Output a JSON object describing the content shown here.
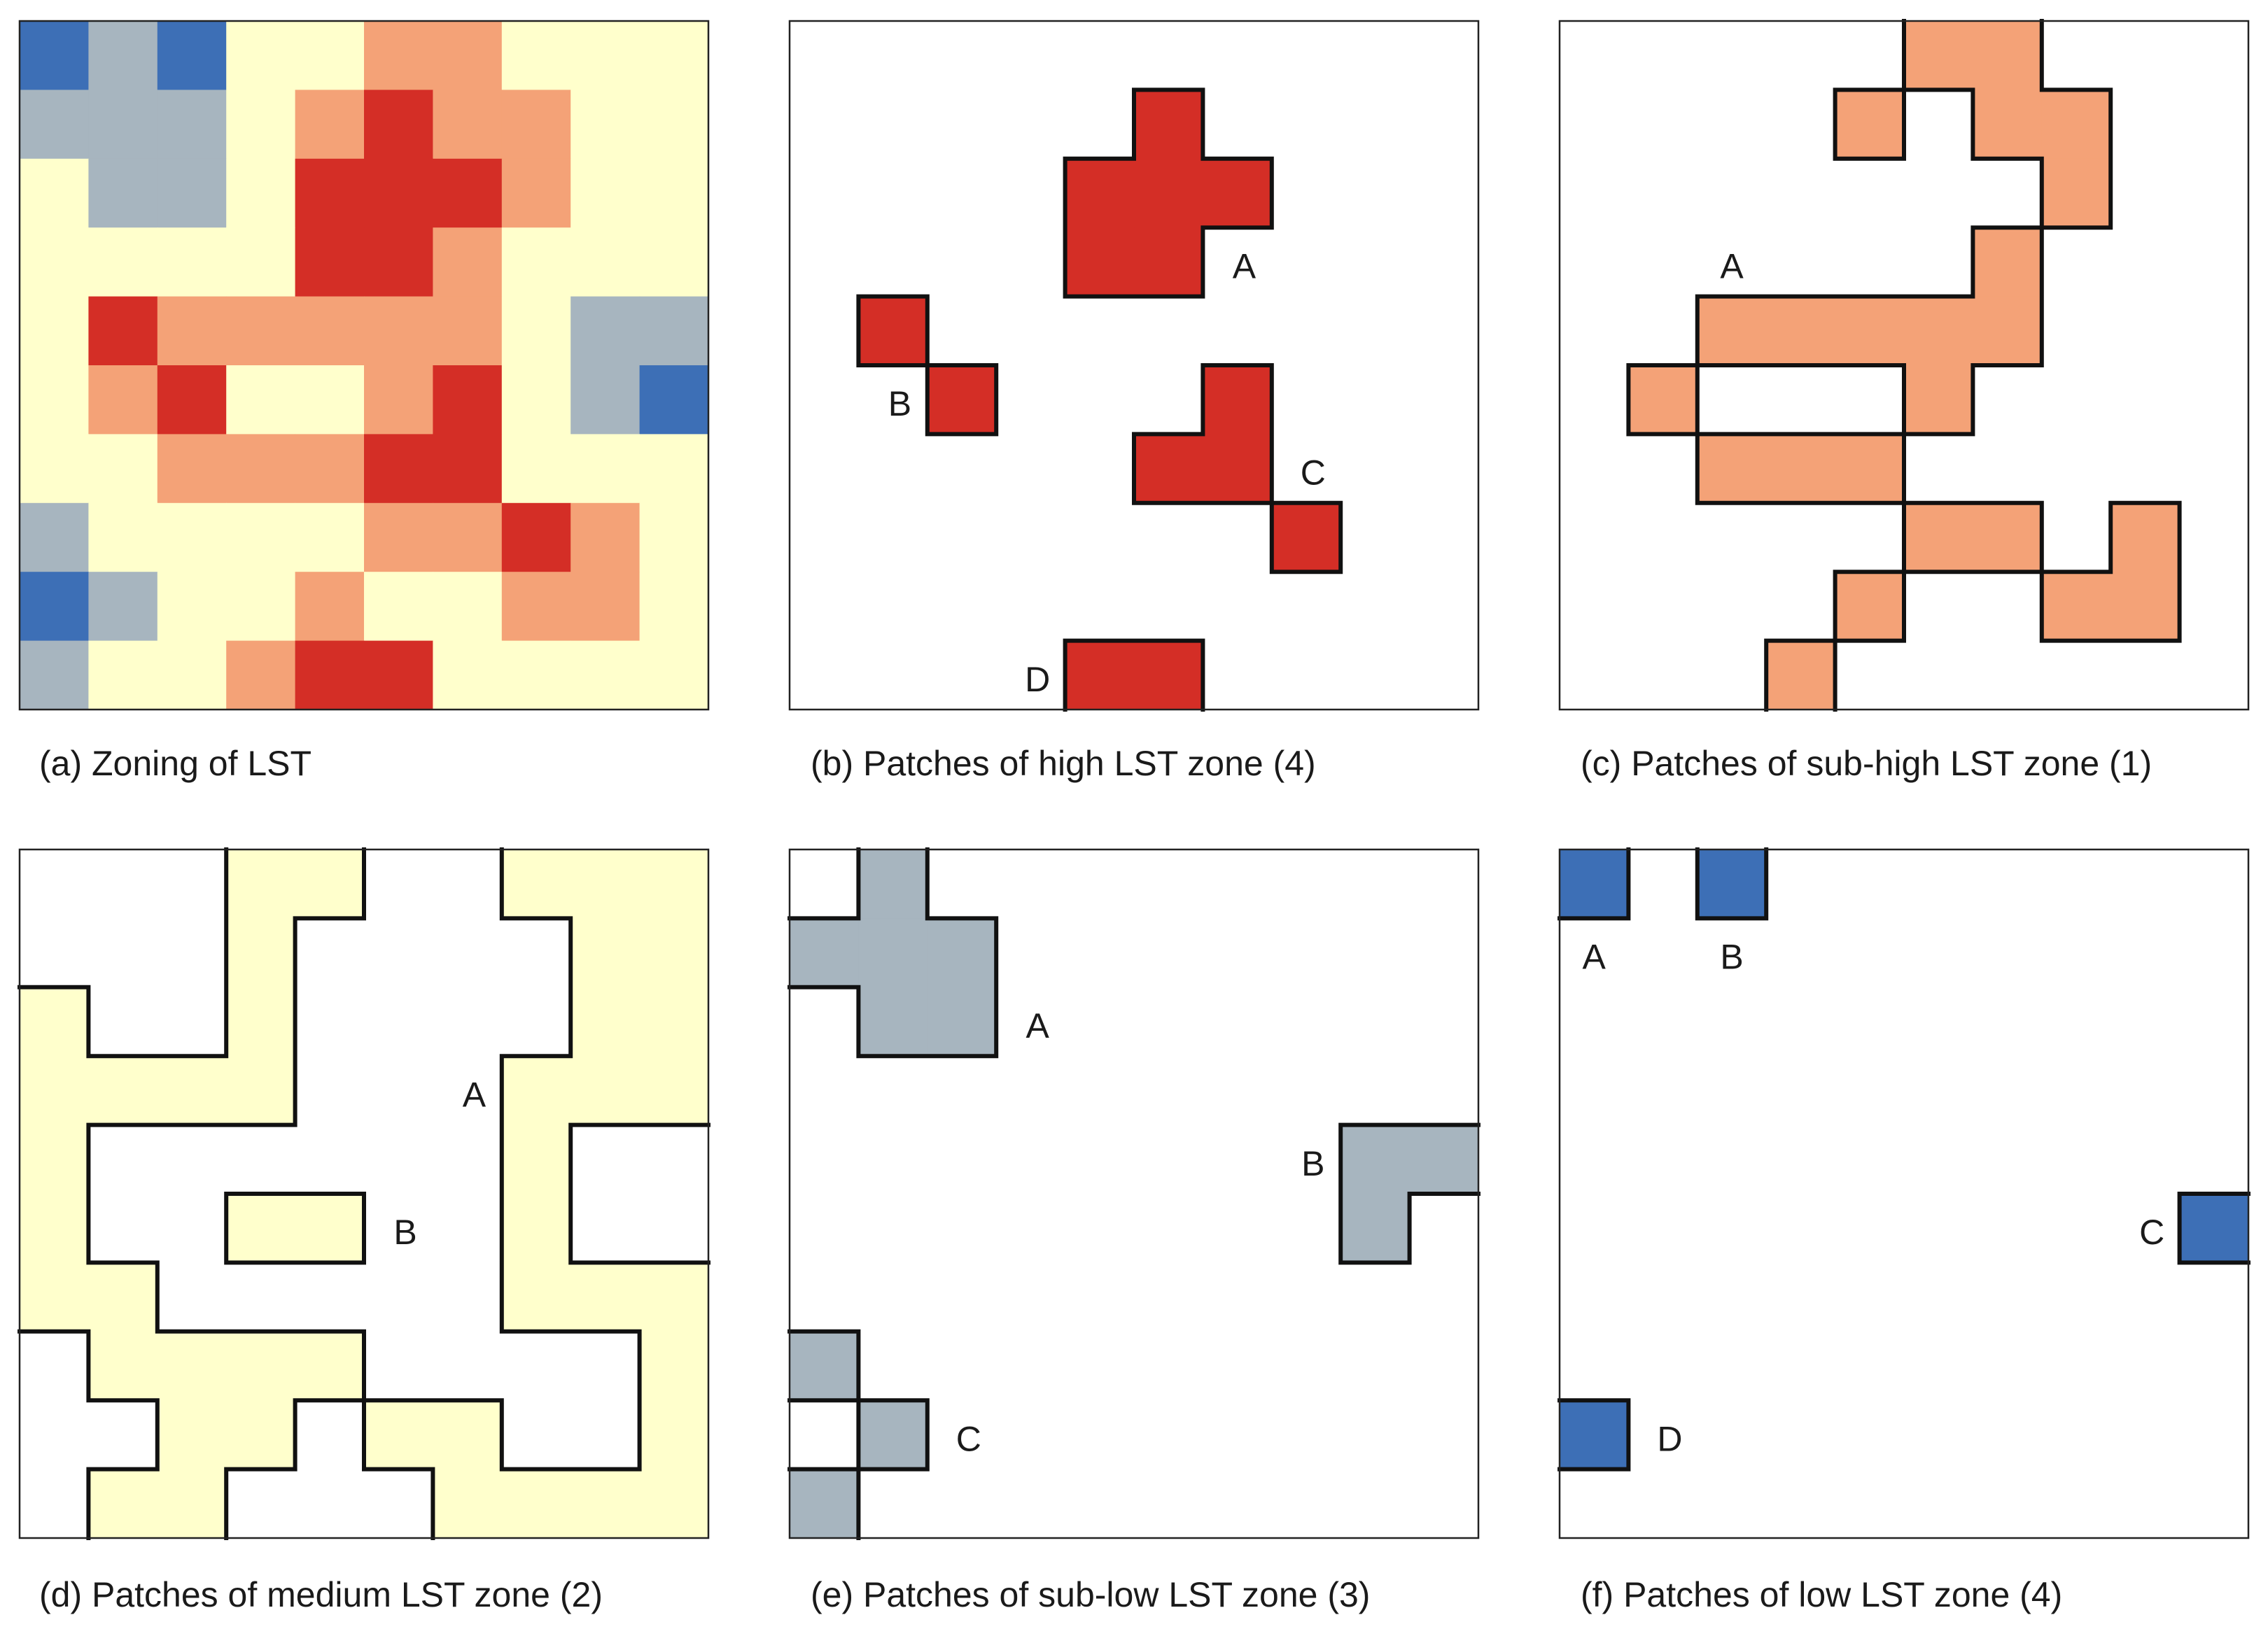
{
  "figure": {
    "grid_size": 10,
    "zone_colors": {
      "1": "#f4a277",
      "2": "#ffffcc",
      "3": "#a7b5bf",
      "4": "#3d6fb6",
      "5": "#d42e26"
    },
    "zoning_grid": [
      [
        4,
        3,
        4,
        2,
        2,
        1,
        1,
        2,
        2,
        2
      ],
      [
        3,
        3,
        3,
        2,
        1,
        5,
        1,
        1,
        2,
        2
      ],
      [
        2,
        3,
        3,
        2,
        5,
        5,
        5,
        1,
        2,
        2
      ],
      [
        2,
        2,
        2,
        2,
        5,
        5,
        1,
        2,
        2,
        2
      ],
      [
        2,
        5,
        1,
        1,
        1,
        1,
        1,
        2,
        3,
        3
      ],
      [
        2,
        1,
        5,
        2,
        2,
        1,
        5,
        2,
        3,
        4
      ],
      [
        2,
        2,
        1,
        1,
        1,
        5,
        5,
        2,
        2,
        2
      ],
      [
        3,
        2,
        2,
        2,
        2,
        1,
        1,
        5,
        1,
        2
      ],
      [
        4,
        3,
        2,
        2,
        1,
        2,
        2,
        1,
        1,
        2
      ],
      [
        3,
        2,
        2,
        1,
        5,
        5,
        2,
        2,
        2,
        2
      ]
    ],
    "panels": [
      {
        "id": "a",
        "caption": "(a) Zoning of LST",
        "mode": "zoning",
        "labels": []
      },
      {
        "id": "b",
        "caption": "(b) Patches of high LST zone (4)",
        "mode": "patch",
        "zone": 5,
        "labels": [
          {
            "text": "A",
            "col": 6.6,
            "row": 3.6
          },
          {
            "text": "B",
            "col": 1.6,
            "row": 5.6
          },
          {
            "text": "C",
            "col": 7.6,
            "row": 6.6
          },
          {
            "text": "D",
            "col": 3.6,
            "row": 9.6
          }
        ]
      },
      {
        "id": "c",
        "caption": "(c) Patches of sub-high LST zone (1)",
        "mode": "patch",
        "zone": 1,
        "labels": [
          {
            "text": "A",
            "col": 2.5,
            "row": 3.6
          }
        ]
      },
      {
        "id": "d",
        "caption": "(d) Patches of medium LST zone (2)",
        "mode": "patch",
        "zone": 2,
        "labels": [
          {
            "text": "A",
            "col": 6.6,
            "row": 3.6
          },
          {
            "text": "B",
            "col": 5.6,
            "row": 5.6
          }
        ]
      },
      {
        "id": "e",
        "caption": "(e) Patches of sub-low LST zone (3)",
        "mode": "patch",
        "zone": 3,
        "labels": [
          {
            "text": "A",
            "col": 3.6,
            "row": 2.6
          },
          {
            "text": "B",
            "col": 7.6,
            "row": 4.6
          },
          {
            "text": "C",
            "col": 2.6,
            "row": 8.6
          }
        ]
      },
      {
        "id": "f",
        "caption": "(f) Patches of low LST zone (4)",
        "mode": "patch",
        "zone": 4,
        "labels": [
          {
            "text": "A",
            "col": 0.5,
            "row": 1.6
          },
          {
            "text": "B",
            "col": 2.5,
            "row": 1.6
          },
          {
            "text": "C",
            "col": 8.6,
            "row": 5.6
          },
          {
            "text": "D",
            "col": 1.6,
            "row": 8.6
          }
        ]
      }
    ]
  }
}
